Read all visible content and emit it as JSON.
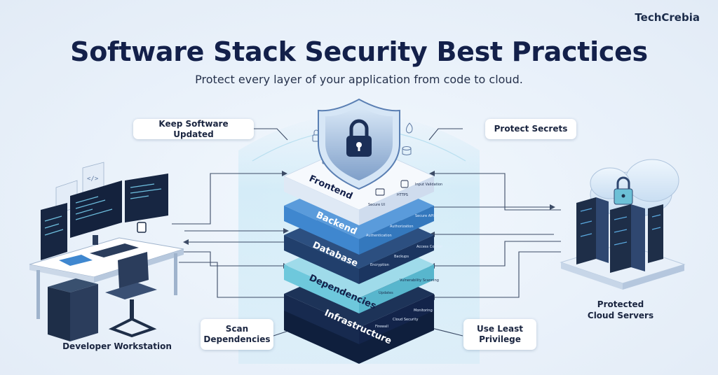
{
  "brand": "TechCrebia",
  "title": "Software Stack Security Best Practices",
  "subtitle": "Protect every layer of your application from code to cloud.",
  "callouts": {
    "keep_updated": "Keep Software Updated",
    "protect_secrets": "Protect Secrets",
    "scan_dependencies_1": "Scan",
    "scan_dependencies_2": "Dependencies",
    "least_privilege_1": "Use Least",
    "least_privilege_2": "Privilege"
  },
  "captions": {
    "workstation": "Developer Workstation",
    "servers_1": "Protected",
    "servers_2": "Cloud Servers"
  },
  "stack_layers": [
    {
      "name": "Frontend",
      "items": [
        "Secure UI",
        "HTTPS",
        "Input Validation"
      ],
      "color": "#eef4fb"
    },
    {
      "name": "Backend",
      "items": [
        "Authentication",
        "Authorization",
        "Secure APIs"
      ],
      "color": "#3f87cf"
    },
    {
      "name": "Database",
      "items": [
        "Encryption",
        "Backups",
        "Access Control"
      ],
      "color": "#213f6c"
    },
    {
      "name": "Dependencies",
      "items": [
        "Updates",
        "Vulnerability Scanning"
      ],
      "color": "#6ec8dc"
    },
    {
      "name": "Infrastructure",
      "items": [
        "Firewall",
        "Cloud Security",
        "Monitoring"
      ],
      "color": "#172a4f"
    }
  ],
  "icons": [
    "shield-lock-icon",
    "lock-icon",
    "fire-icon",
    "database-icon",
    "monitor-icon",
    "server-icon",
    "cloud-icon",
    "padlock-icon"
  ],
  "colors": {
    "navy": "#13204a",
    "accent": "#3f87cf",
    "teal": "#6ec8dc",
    "shield": "#5a7fb3"
  }
}
